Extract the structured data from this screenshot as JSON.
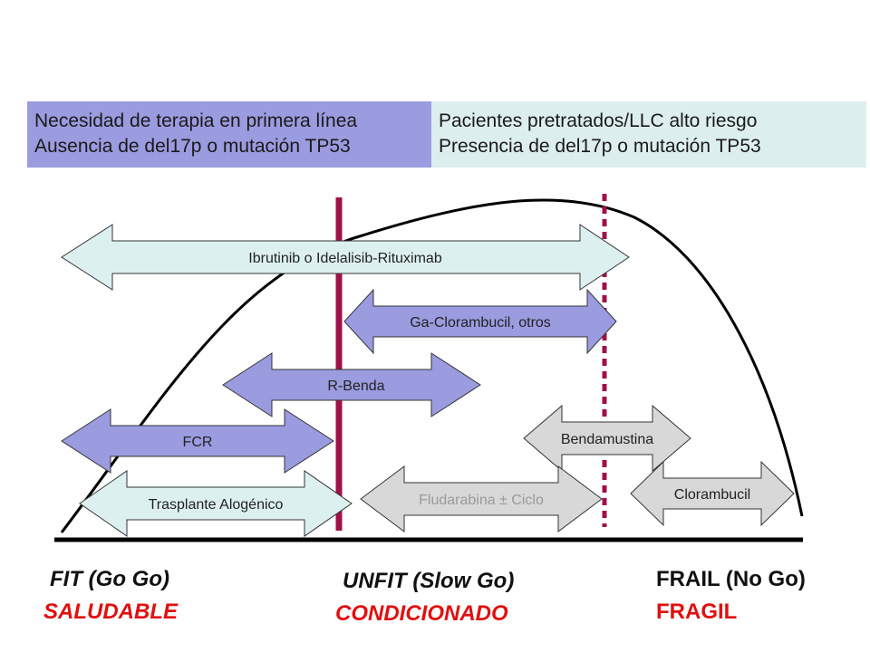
{
  "header": {
    "left": {
      "line1": "Necesidad de terapia en primera línea",
      "line2": "Ausencia de del17p o mutación TP53",
      "color": "#9b9be0"
    },
    "right": {
      "line1": "Pacientes pretratados/LLC alto riesgo",
      "line2": "Presencia de del17p o mutación TP53",
      "color": "#ddeeee"
    }
  },
  "therapies": {
    "ibrutinib": {
      "label": "Ibrutinib o Idelalisib-Rituximab",
      "color": "#ddf0f0"
    },
    "ga_clorambucil": {
      "label": "Ga-Clorambucil, otros",
      "color": "#9b9be0"
    },
    "r_benda": {
      "label": "R-Benda",
      "color": "#9b9be0"
    },
    "fcr": {
      "label": "FCR",
      "color": "#9b9be0"
    },
    "trasplante": {
      "label": "Trasplante Alogénico",
      "color": "#ddf0f0"
    },
    "fludarabina": {
      "label": "Fludarabina ± Ciclo",
      "color": "#d8d8d8"
    },
    "bendamustina": {
      "label": "Bendamustina",
      "color": "#d8d8d8"
    },
    "clorambucil": {
      "label": "Clorambucil",
      "color": "#d8d8d8"
    }
  },
  "categories": {
    "fit": {
      "english": "FIT (Go Go)",
      "spanish": "SALUDABLE"
    },
    "unfit": {
      "english": "UNFIT (Slow Go)",
      "spanish": "CONDICIONADO"
    },
    "frail": {
      "english": "FRAIL (No Go)",
      "spanish": "FRAGIL"
    }
  },
  "colors": {
    "divider": "#a0104a",
    "spanish_label": "#e01010"
  }
}
